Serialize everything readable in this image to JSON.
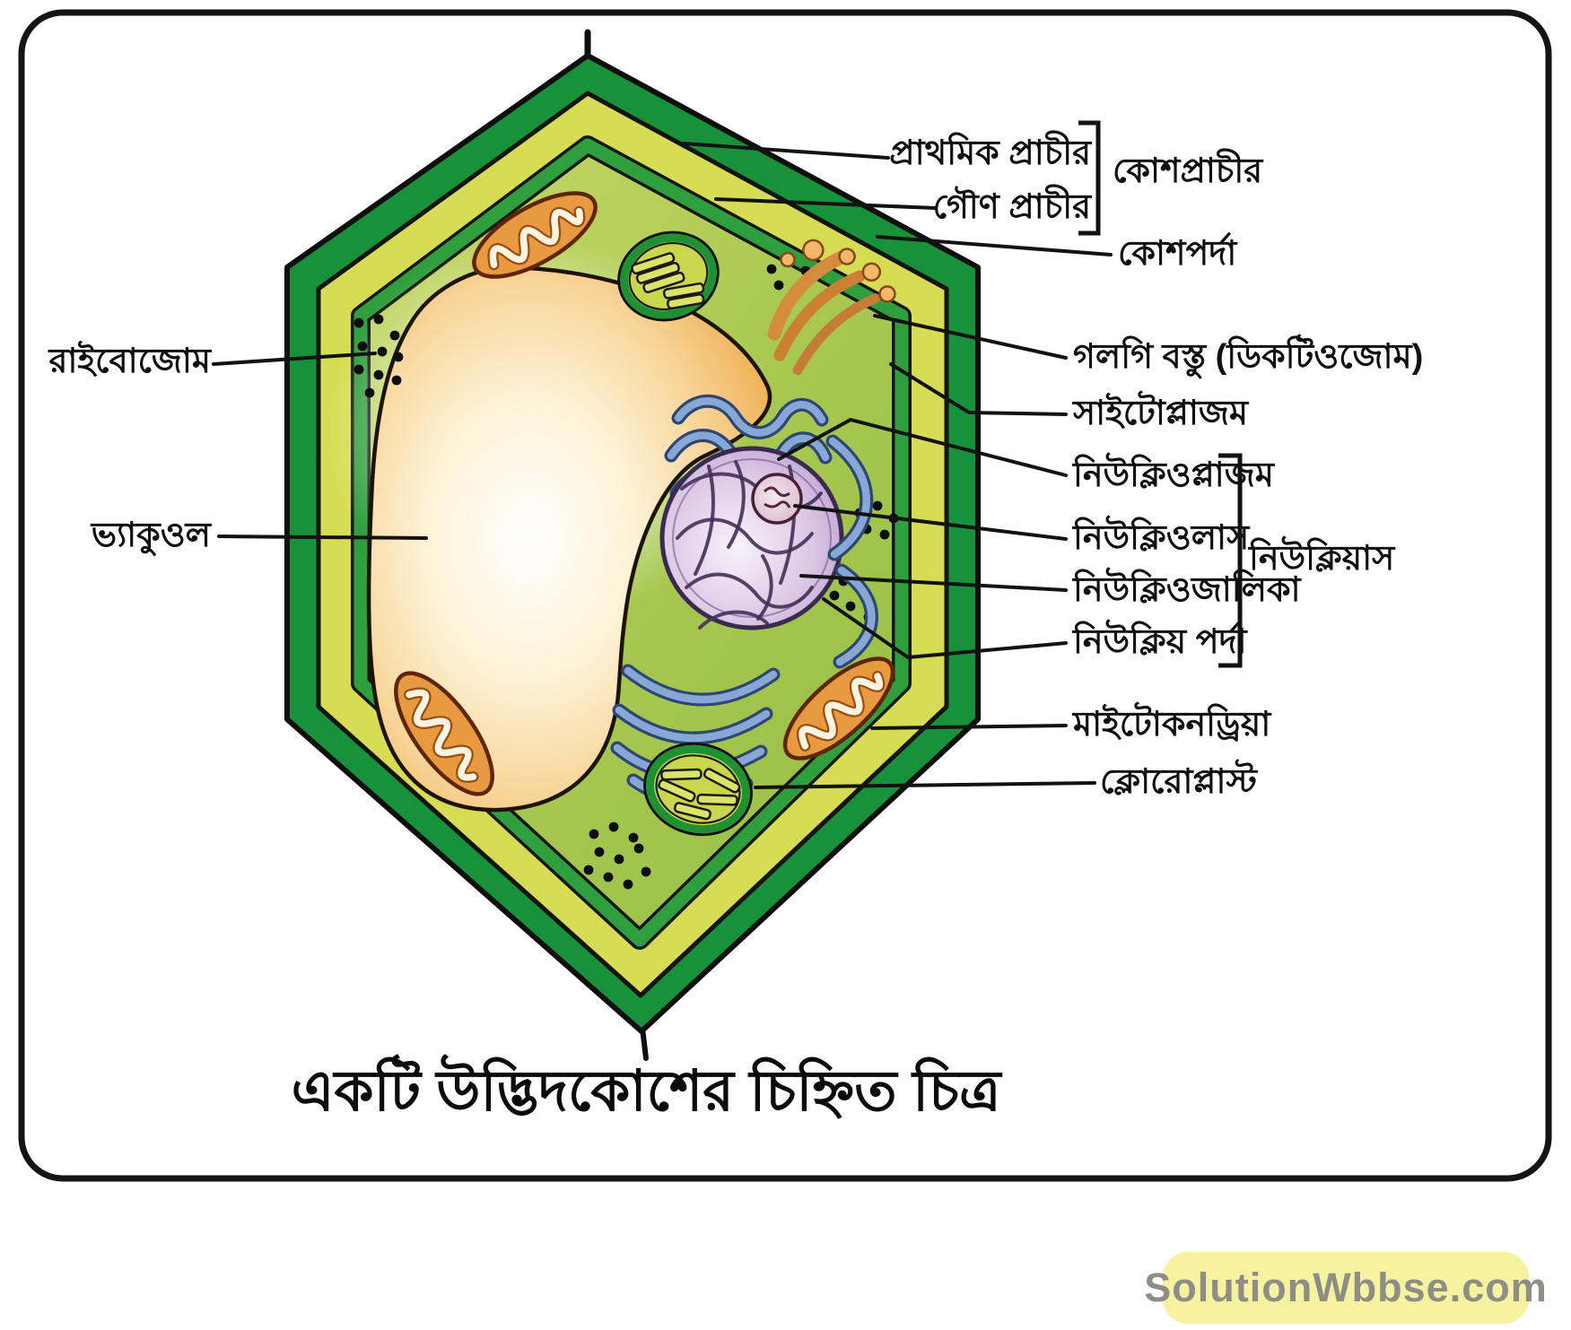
{
  "figure": {
    "title": "একটি উদ্ভিদকোশের চিহ্নিত চিত্র",
    "watermark": "SolutionWbbse.com"
  },
  "labels": {
    "left": [
      {
        "id": "ribosome",
        "text": "রাইবোজোম"
      },
      {
        "id": "vacuole",
        "text": "ভ্যাকুওল"
      }
    ],
    "right": [
      {
        "id": "primary-wall",
        "text": "প্রাথমিক প্রাচীর"
      },
      {
        "id": "secondary-wall",
        "text": "গৌণ প্রাচীর"
      },
      {
        "id": "cell-wall",
        "text": "কোশপ্রাচীর"
      },
      {
        "id": "cell-membrane",
        "text": "কোশপর্দা"
      },
      {
        "id": "golgi-body",
        "text": "গলগি বস্তু (ডিকটিওজোম)"
      },
      {
        "id": "cytoplasm",
        "text": "সাইটোপ্লাজম"
      },
      {
        "id": "nucleoplasm",
        "text": "নিউক্লিওপ্লাজম"
      },
      {
        "id": "nucleolus",
        "text": "নিউক্লিওলাস"
      },
      {
        "id": "nuclear-reticulum",
        "text": "নিউক্লিওজালিকা"
      },
      {
        "id": "nuclear-membrane",
        "text": "নিউক্লিয় পর্দা"
      },
      {
        "id": "nucleus",
        "text": "নিউক্লিয়াস"
      },
      {
        "id": "mitochondria",
        "text": "মাইটোকনড্রিয়া"
      },
      {
        "id": "chloroplast",
        "text": "ক্লোরোপ্লাস্ট"
      }
    ]
  },
  "colors": {
    "cell_wall_green": "#17923a",
    "outer_layer_yellow_green": "#d6dd55",
    "membrane_green": "#2f9e3c",
    "cytoplasm_green": "#a8c94f",
    "vacuole_orange": "#eca63f",
    "nucleus_purple": "#c3a8d2",
    "er_blue": "#87a7d6",
    "mitochondrion_orange": "#e89a40",
    "line_black": "#111111",
    "watermark_bg": "#f7f2a0",
    "watermark_text": "#8e8e87"
  }
}
